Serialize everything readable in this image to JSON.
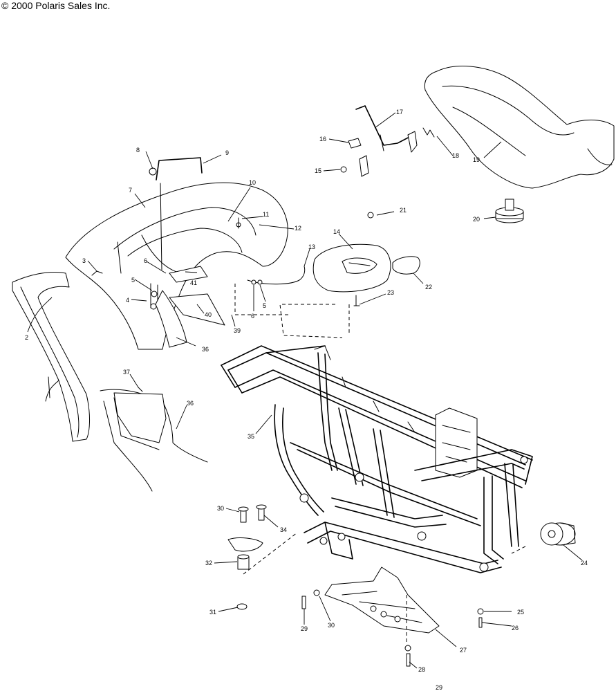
{
  "header": {
    "copyright": "© 2000 Polaris Sales Inc."
  },
  "callouts": [
    {
      "id": "c2",
      "text": "2"
    },
    {
      "id": "c3",
      "text": "3"
    },
    {
      "id": "c4",
      "text": "4"
    },
    {
      "id": "c5a",
      "text": "5"
    },
    {
      "id": "c5b",
      "text": "5"
    },
    {
      "id": "c6a",
      "text": "6"
    },
    {
      "id": "c6b",
      "text": "6"
    },
    {
      "id": "c7",
      "text": "7"
    },
    {
      "id": "c8",
      "text": "8"
    },
    {
      "id": "c9",
      "text": "9"
    },
    {
      "id": "c10",
      "text": "10"
    },
    {
      "id": "c11",
      "text": "11"
    },
    {
      "id": "c12",
      "text": "12"
    },
    {
      "id": "c13",
      "text": "13"
    },
    {
      "id": "c14",
      "text": "14"
    },
    {
      "id": "c15",
      "text": "15"
    },
    {
      "id": "c16",
      "text": "16"
    },
    {
      "id": "c17",
      "text": "17"
    },
    {
      "id": "c18",
      "text": "18"
    },
    {
      "id": "c19",
      "text": "19"
    },
    {
      "id": "c20",
      "text": "20"
    },
    {
      "id": "c21",
      "text": "21"
    },
    {
      "id": "c22",
      "text": "22"
    },
    {
      "id": "c23",
      "text": "23"
    },
    {
      "id": "c24",
      "text": "24"
    },
    {
      "id": "c25",
      "text": "25"
    },
    {
      "id": "c26",
      "text": "26"
    },
    {
      "id": "c27",
      "text": "27"
    },
    {
      "id": "c28",
      "text": "28"
    },
    {
      "id": "c29a",
      "text": "29"
    },
    {
      "id": "c29b",
      "text": "29"
    },
    {
      "id": "c30a",
      "text": "30"
    },
    {
      "id": "c30b",
      "text": "30"
    },
    {
      "id": "c31",
      "text": "31"
    },
    {
      "id": "c32",
      "text": "32"
    },
    {
      "id": "c34",
      "text": "34"
    },
    {
      "id": "c35",
      "text": "35"
    },
    {
      "id": "c36a",
      "text": "36"
    },
    {
      "id": "c36b",
      "text": "36"
    },
    {
      "id": "c37",
      "text": "37"
    },
    {
      "id": "c39",
      "text": "39"
    },
    {
      "id": "c40",
      "text": "40"
    },
    {
      "id": "c41",
      "text": "41"
    }
  ]
}
